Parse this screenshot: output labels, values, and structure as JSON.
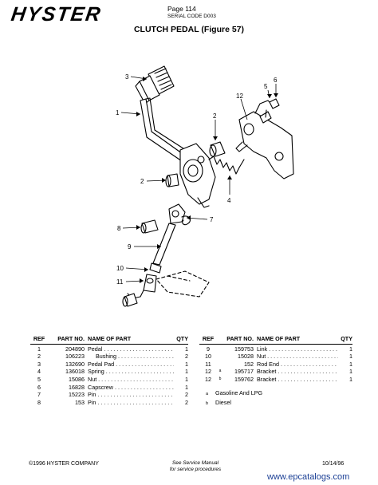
{
  "header": {
    "logo": "HYSTER",
    "page": "Page 114",
    "serial": "SERIAL CODE D003",
    "title": "CLUTCH PEDAL (Figure 57)"
  },
  "callouts": [
    "1",
    "2",
    "3",
    "4",
    "5",
    "6",
    "7",
    "8",
    "9",
    "10",
    "11",
    "12",
    "2"
  ],
  "table": {
    "headers": {
      "ref": "REF",
      "part": "PART NO.",
      "name": "NAME OF PART",
      "qty": "QTY"
    },
    "left_rows": [
      {
        "ref": "1",
        "part": "204890",
        "name": "Pedal",
        "qty": "1",
        "indent": false
      },
      {
        "ref": "2",
        "part": "106223",
        "name": "Bushing",
        "qty": "2",
        "indent": true
      },
      {
        "ref": "3",
        "part": "132690",
        "name": "Pedal Pad",
        "qty": "1",
        "indent": false
      },
      {
        "ref": "4",
        "part": "136018",
        "name": "Spring",
        "qty": "1",
        "indent": false
      },
      {
        "ref": "5",
        "part": "15086",
        "name": "Nut",
        "qty": "1",
        "indent": false
      },
      {
        "ref": "6",
        "part": "16828",
        "name": "Capscrew",
        "qty": "1",
        "indent": false
      },
      {
        "ref": "7",
        "part": "15223",
        "name": "Pin",
        "qty": "2",
        "indent": false
      },
      {
        "ref": "8",
        "part": "153",
        "name": "Pin",
        "qty": "2",
        "indent": false
      }
    ],
    "right_rows": [
      {
        "ref": "9",
        "sup": "",
        "part": "159753",
        "name": "Link",
        "qty": "1"
      },
      {
        "ref": "10",
        "sup": "",
        "part": "15028",
        "name": "Nut",
        "qty": "1"
      },
      {
        "ref": "11",
        "sup": "",
        "part": "152",
        "name": "Rod End",
        "qty": "1"
      },
      {
        "ref": "12",
        "sup": "a",
        "part": "195717",
        "name": "Bracket",
        "qty": "1"
      },
      {
        "ref": "12",
        "sup": "b",
        "part": "159762",
        "name": "Bracket",
        "qty": "1"
      }
    ],
    "footnotes": [
      {
        "mark": "a",
        "text": "Gasoline And LPG"
      },
      {
        "mark": "b",
        "text": "Diesel"
      }
    ]
  },
  "footer": {
    "copyright": "©1996 HYSTER COMPANY",
    "center_line1": "See Service Manual",
    "center_line2": "for service procedures",
    "date": "10/14/96",
    "watermark": "www.epcatalogs.com"
  }
}
